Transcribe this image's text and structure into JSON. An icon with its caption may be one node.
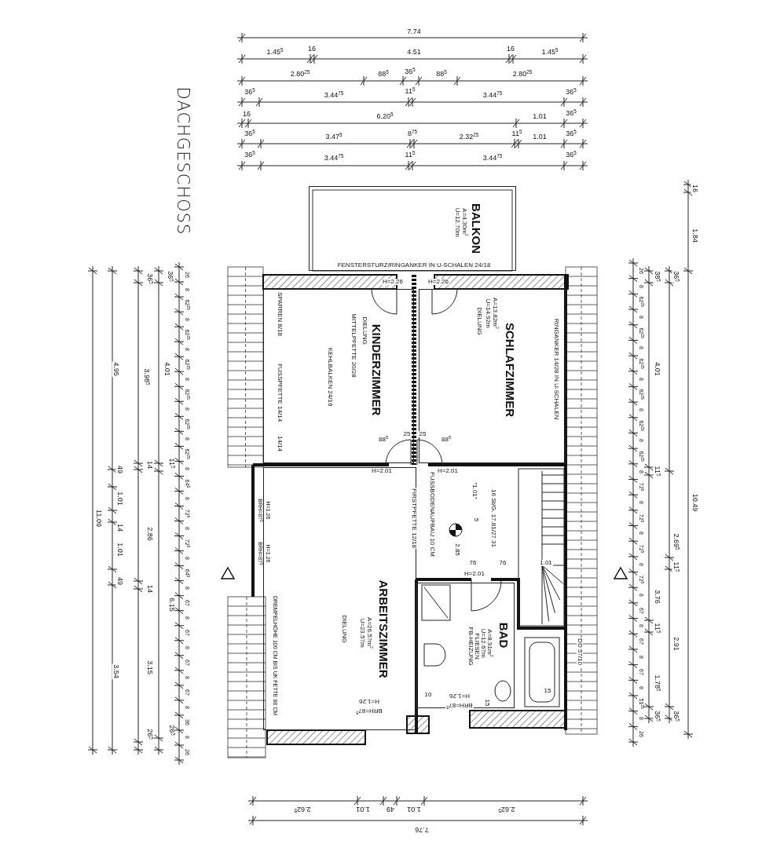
{
  "diagram": {
    "title": "DACHGESCHOSS",
    "nodes": [
      {
        "text": [
          "BALKON",
          "A=4.30m$^{2}$",
          "U=12.70m"
        ]
      },
      {
        "text": [
          "KINDERZIMMER",
          "DIELUNG"
        ]
      },
      {
        "text": [
          "SCHLAFZIMMER",
          "A=13.82m$^{2}$",
          "U=14.92m",
          "DIELUNG"
        ]
      },
      {
        "text": [
          "ARBEITSZIMMER",
          "A=26.57m$^{2}$",
          "U=23.57m",
          "DIELUNG"
        ]
      },
      {
        "text": [
          "BAD",
          "A=8.91m$^{2}$",
          "U=12.67m",
          "FLIESEN",
          "FB-HEIZUNG"
        ]
      }
    ],
    "labels": [
      "7.74",
      "1.45$^{5}$",
      "16",
      "4.51",
      "16",
      "1.45$^{5}$",
      "2.80$^{25}$",
      "88$^{5}$",
      "36$^{5}$",
      "88$^{5}$",
      "2.80$^{25}$",
      "36$^{5}$",
      "3.44$^{75}$",
      "11$^{5}$",
      "3.44$^{75}$",
      "36$^{5}$",
      "16",
      "6.20$^{5}$",
      "1.01",
      "36$^{5}$",
      "36$^{5}$",
      "3.47$^{5}$",
      "8$^{75}$",
      "2.32$^{25}$",
      "11$^{5}$",
      "1.01",
      "36$^{5}$",
      "36$^{5}$",
      "3.44$^{75}$",
      "11$^{5}$",
      "3.44$^{75}$",
      "36$^{5}$",
      "FENSTERSTURZ/RINGANKER IN U-SCHALEN 24/18",
      "H=2.26",
      "H=2.26",
      "SPARREN 8/18",
      "FUSSPFETTE 14/14",
      "14/14",
      "KEHLBALKEN 24/16",
      "MITTELPFETTE 20/28",
      "RINGANKER 14/28 IN U-SCHALEN",
      "88$^{5}$",
      "25",
      "25",
      "88$^{5}$",
      "H=2.01",
      "H=2.01",
      "FIRSTPFETTE 12/18",
      "FUSSBODENAUFBAU 10 CM",
      "2.85",
      "\"1.01\"",
      "5",
      "16 St/G. 17.81/27.31",
      "BRH=87$^{5}$",
      "H=1.26",
      "BRH=87$^{5}$",
      "H=1.26",
      "76",
      "76",
      "1.01",
      "H=2.01",
      "DREMPELHÖHE 100 CM BIS UK FETTE 88 CM",
      "BRH=87$^{5}$",
      "H=1.26",
      "BRH=87$^{5}$",
      "H=1.26",
      "10",
      "15",
      "15",
      "DD 57/10",
      "2.62$^{5}$",
      "1.01",
      "49",
      "1.01",
      "2.62$^{5}$",
      "7.76",
      "11.09",
      "4.95",
      "49",
      "1.01",
      "14",
      "1.01",
      "49",
      "3.54",
      "36$^{5}$",
      "3.98$^{5}$",
      "14",
      "2.86",
      "14",
      "3.15",
      "26$^{5}$",
      "36$^{5}$",
      "4.01",
      "11$^{5}$",
      "6.15",
      "26$^{5}$",
      "26",
      "8",
      "62$^{25}$",
      "8",
      "62$^{25}$",
      "8",
      "62$^{25}$",
      "8",
      "62$^{25}$",
      "8",
      "62$^{25}$",
      "8",
      "62$^{25}$",
      "8",
      "64$^{5}$",
      "8",
      "72$^{5}$",
      "8",
      "72$^{5}$",
      "8",
      "64$^{5}$",
      "8",
      "67",
      "8",
      "67",
      "8",
      "67",
      "8",
      "67",
      "8",
      "36",
      "8",
      "26",
      "16",
      "1.84",
      "10.49",
      "36$^{5}$",
      "2.69$^{5}$",
      "11$^{5}$",
      "2.91",
      "36$^{5}$",
      "38$^{5}$",
      "4.01",
      "11$^{5}$",
      "3.76",
      "11$^{5}$",
      "1.78$^{5}$",
      "36$^{5}$",
      "26",
      "8",
      "62$^{25}$",
      "8",
      "62$^{25}$",
      "8",
      "62$^{25}$",
      "8",
      "62$^{25}$",
      "8",
      "62$^{25}$",
      "8",
      "62$^{25}$",
      "8",
      "72$^{5}$",
      "8",
      "72$^{5}$",
      "8",
      "72$^{5}$",
      "8",
      "72$^{5}$",
      "8",
      "67",
      "8",
      "67",
      "8",
      "67",
      "8",
      "51$^{25}$",
      "8",
      "26"
    ]
  }
}
